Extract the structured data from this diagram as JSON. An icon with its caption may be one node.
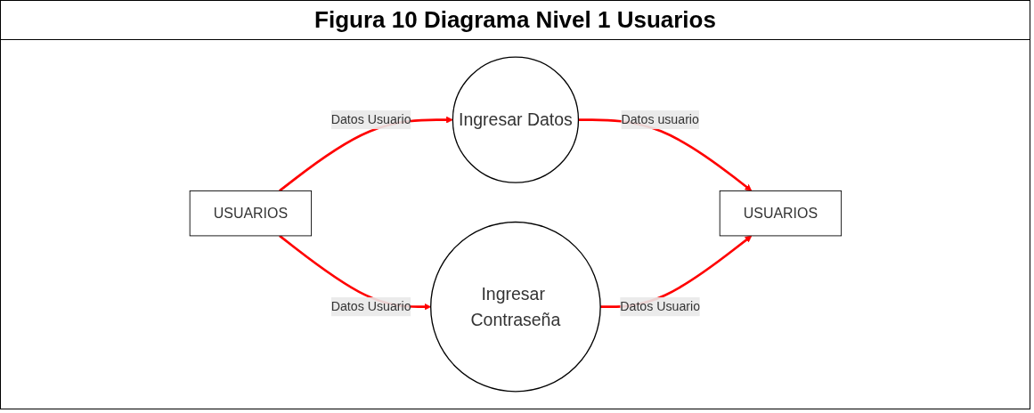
{
  "diagram": {
    "title": "Figura 10 Diagrama Nivel 1 Usuarios",
    "nodes": [
      {
        "text": [
          "USUARIOS"
        ]
      },
      {
        "text": [
          "Ingresar Datos"
        ]
      },
      {
        "text": [
          "USUARIOS"
        ]
      },
      {
        "text": [
          "Ingresar Contraseña"
        ]
      }
    ],
    "edges": [
      {
        "from": 0,
        "to": 1,
        "arrow": "to",
        "label": "Datos Usuario"
      },
      {
        "from": 1,
        "to": 2,
        "arrow": "to",
        "label": "Datos usuario"
      },
      {
        "from": 0,
        "to": 3,
        "arrow": "to",
        "label": "Datos Usuario"
      },
      {
        "from": 3,
        "to": 2,
        "arrow": "to",
        "label": "Datos Usuario"
      }
    ]
  }
}
